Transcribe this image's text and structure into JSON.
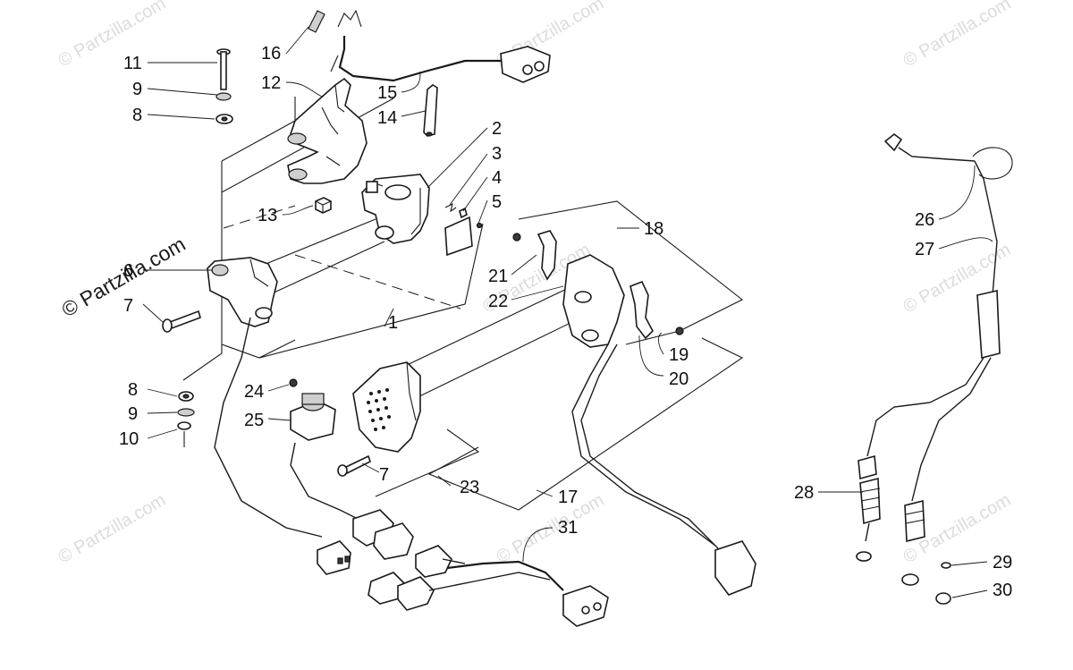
{
  "diagram": {
    "watermark": "© Partzilla.com",
    "callouts": [
      {
        "id": "c11",
        "text": "11"
      },
      {
        "id": "c9a",
        "text": "9"
      },
      {
        "id": "c8a",
        "text": "8"
      },
      {
        "id": "c16",
        "text": "16"
      },
      {
        "id": "c12",
        "text": "12"
      },
      {
        "id": "c15",
        "text": "15"
      },
      {
        "id": "c14",
        "text": "14"
      },
      {
        "id": "c2",
        "text": "2"
      },
      {
        "id": "c3",
        "text": "3"
      },
      {
        "id": "c4",
        "text": "4"
      },
      {
        "id": "c5",
        "text": "5"
      },
      {
        "id": "c13",
        "text": "13"
      },
      {
        "id": "c18",
        "text": "18"
      },
      {
        "id": "c6",
        "text": "6"
      },
      {
        "id": "c7a",
        "text": "7"
      },
      {
        "id": "c1",
        "text": "1"
      },
      {
        "id": "c21",
        "text": "21"
      },
      {
        "id": "c22",
        "text": "22"
      },
      {
        "id": "c19",
        "text": "19"
      },
      {
        "id": "c20",
        "text": "20"
      },
      {
        "id": "c8b",
        "text": "8"
      },
      {
        "id": "c9b",
        "text": "9"
      },
      {
        "id": "c10",
        "text": "10"
      },
      {
        "id": "c24",
        "text": "24"
      },
      {
        "id": "c25",
        "text": "25"
      },
      {
        "id": "c7b",
        "text": "7"
      },
      {
        "id": "c23",
        "text": "23"
      },
      {
        "id": "c17",
        "text": "17"
      },
      {
        "id": "c31",
        "text": "31"
      },
      {
        "id": "c26",
        "text": "26"
      },
      {
        "id": "c27",
        "text": "27"
      },
      {
        "id": "c28",
        "text": "28"
      },
      {
        "id": "c29",
        "text": "29"
      },
      {
        "id": "c30",
        "text": "30"
      }
    ]
  }
}
